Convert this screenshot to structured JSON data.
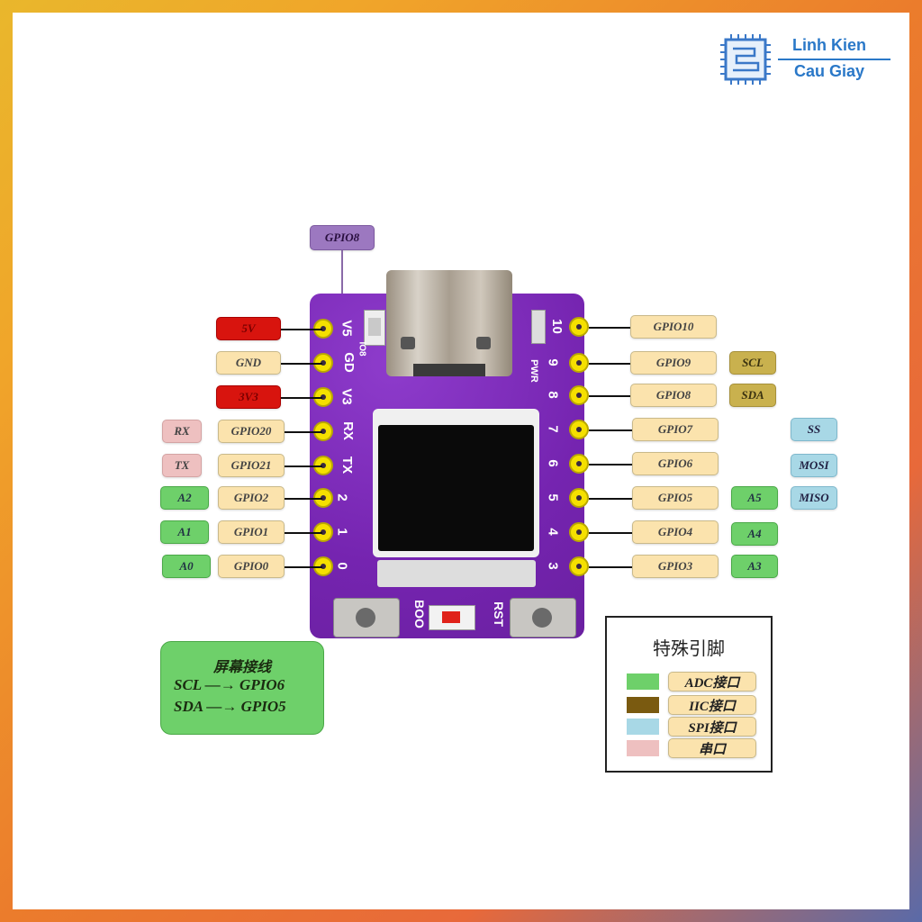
{
  "brand": {
    "line1": "Linh Kien",
    "line2": "Cau Giay"
  },
  "top_label": "GPIO8",
  "left_power": [
    "5V",
    "GND",
    "3V3"
  ],
  "left_gpio": [
    "GPIO20",
    "GPIO21",
    "GPIO2",
    "GPIO1",
    "GPIO0"
  ],
  "left_func": [
    "RX",
    "TX",
    "A2",
    "A1",
    "A0"
  ],
  "right_gpio": [
    "GPIO10",
    "GPIO9",
    "GPIO8",
    "GPIO7",
    "GPIO6",
    "GPIO5",
    "GPIO4",
    "GPIO3"
  ],
  "right_i2c": [
    "SCL",
    "SDA"
  ],
  "right_spi": [
    "SS",
    "MOSI",
    "MISO"
  ],
  "right_adc": [
    "A5",
    "A4",
    "A3"
  ],
  "silk_left": [
    "V5",
    "GD",
    "V3",
    "RX",
    "TX",
    "2",
    "1",
    "0"
  ],
  "silk_right": [
    "10",
    "9",
    "8",
    "7",
    "6",
    "5",
    "4",
    "3"
  ],
  "silk_misc": {
    "io8": "IO8",
    "pwr": "PWR",
    "boo": "BOO",
    "rst": "RST"
  },
  "screen_box": {
    "title": "屏幕接线",
    "line1": "SCL —→ GPIO6",
    "line2": "SDA —→ GPIO5"
  },
  "legend": {
    "title": "特殊引脚",
    "items": [
      {
        "label": "ADC接口",
        "color": "#6ed06a"
      },
      {
        "label": "IIC接口",
        "color": "#7a5a10"
      },
      {
        "label": "SPI接口",
        "color": "#a8d8e6"
      },
      {
        "label": "串口",
        "color": "#eec0c0"
      }
    ]
  },
  "colors": {
    "board": "#7a28b8",
    "pin": "#f5e000",
    "power_red": "#d8140e"
  }
}
